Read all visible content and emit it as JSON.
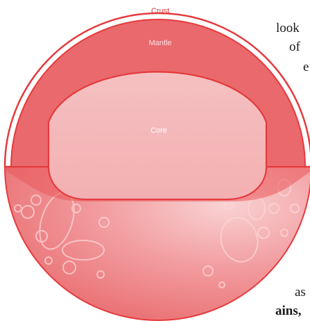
{
  "diagram": {
    "labels": {
      "crust": "Crust",
      "mantle": "Mantle",
      "core": "Core"
    },
    "colors": {
      "crust_fill": "#ffffff",
      "mantle_fill": "#e9696c",
      "core_fill": "#f4b4b5",
      "outline": "#e53a3d",
      "crust_label": "#e53a3d",
      "mantle_label": "#fde2e2",
      "core_label": "#ffffff",
      "lower_light": "#f7c5c6",
      "lower_dark": "#ec7b7e"
    }
  },
  "text_fragments": {
    "line1": "look",
    "line2": "of",
    "line3": "e",
    "line4": "as",
    "line5": "ains,"
  }
}
